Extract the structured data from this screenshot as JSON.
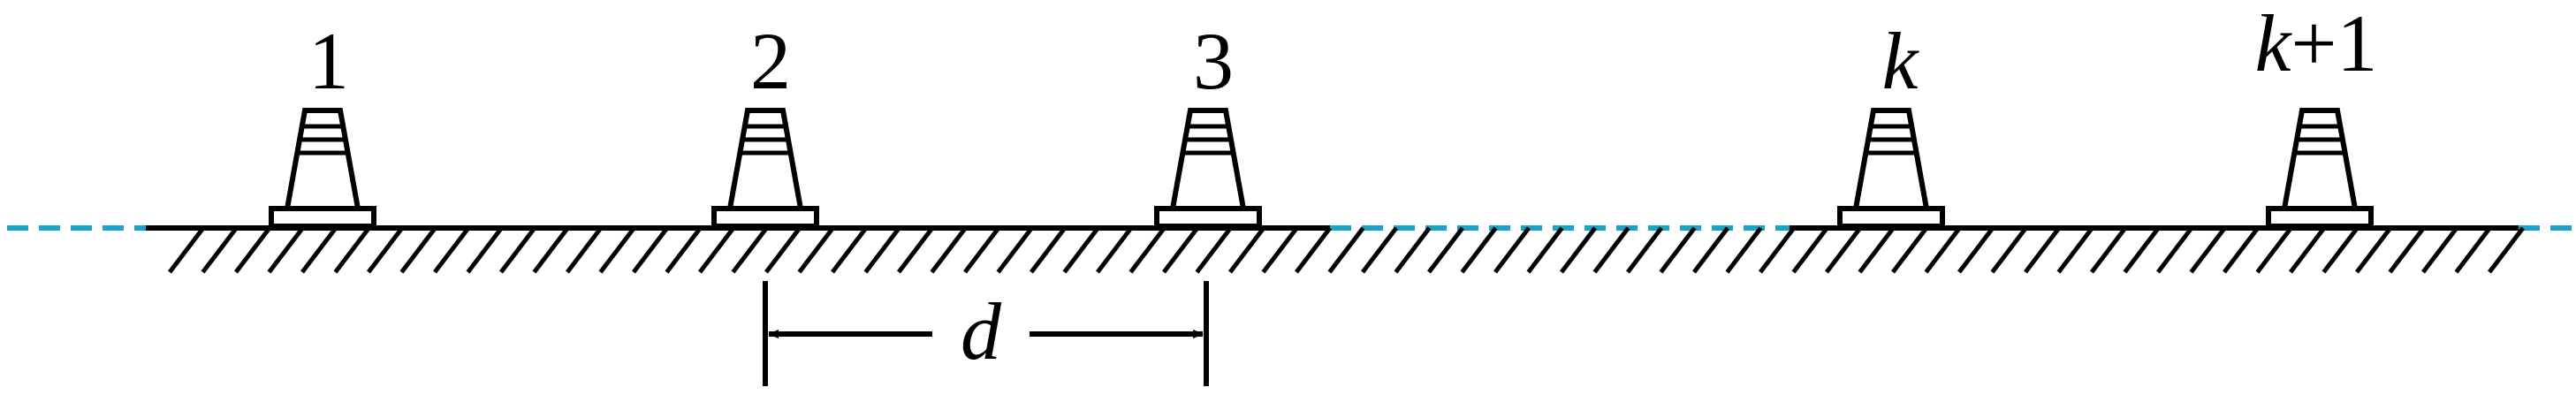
{
  "diagram": {
    "cone_labels": [
      "1",
      "2",
      "3",
      "k",
      "k+1"
    ],
    "spacing_label": "d",
    "colors": {
      "ink": "#000000",
      "extension_dashes": "#1aa3c8",
      "background": "#ffffff"
    }
  }
}
